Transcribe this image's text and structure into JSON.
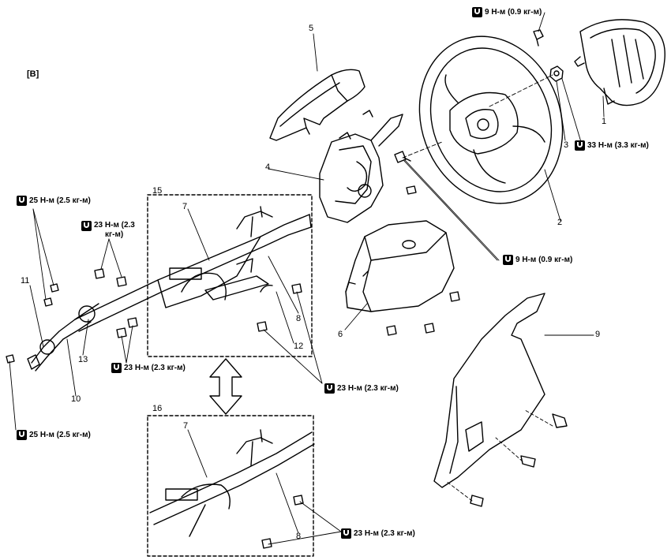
{
  "diagram": {
    "view_label": "[B]",
    "callouts": [
      {
        "id": "c1",
        "text": "1"
      },
      {
        "id": "c2",
        "text": "2"
      },
      {
        "id": "c3",
        "text": "3"
      },
      {
        "id": "c4",
        "text": "4"
      },
      {
        "id": "c5",
        "text": "5"
      },
      {
        "id": "c6",
        "text": "6"
      },
      {
        "id": "c7a",
        "text": "7"
      },
      {
        "id": "c7b",
        "text": "7"
      },
      {
        "id": "c8a",
        "text": "8"
      },
      {
        "id": "c8b",
        "text": "8"
      },
      {
        "id": "c9",
        "text": "9"
      },
      {
        "id": "c10",
        "text": "10"
      },
      {
        "id": "c11",
        "text": "11"
      },
      {
        "id": "c12",
        "text": "12"
      },
      {
        "id": "c13",
        "text": "13"
      },
      {
        "id": "c15",
        "text": "15"
      },
      {
        "id": "c16",
        "text": "16"
      }
    ],
    "torque_specs": {
      "t_top": "9 Н-м (0.9 кг-м)",
      "t_33": "33 Н-м (3.3 кг-м)",
      "t_9mid": "9 Н-м (0.9 кг-м)",
      "t_25top": "25 Н-м (2.5 кг-м)",
      "t_23a_line1": "23 Н-м (2.3",
      "t_23a_line2": "кг-м)",
      "t_23left": "23 Н-м (2.3 кг-м)",
      "t_23center": "23 Н-м (2.3 кг-м)",
      "t_25bottom": "25 Н-м (2.5 кг-м)",
      "t_23bottom": "23 Н-м (2.3 кг-м)"
    }
  }
}
